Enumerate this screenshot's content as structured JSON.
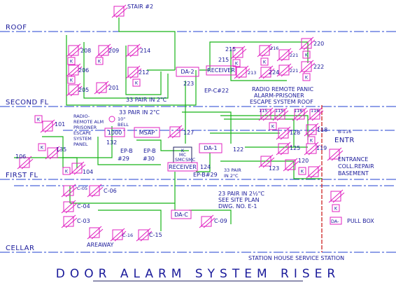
{
  "title": "DOOR ALARM SYSTEM RISER",
  "levels": {
    "roof": "ROOF",
    "second": "SECOND FL",
    "first": "FIRST FL",
    "cellar": "CELLAR"
  },
  "top_label": "STAIR #2",
  "door_numbers": {
    "d208": "208",
    "d209": "209",
    "d214": "214",
    "d206": "206",
    "d212": "212",
    "d205": "205",
    "d201": "201",
    "d215a": "215",
    "d215b": "215",
    "d216": "216",
    "d220": "220",
    "d221a": "221",
    "d221b": "221",
    "d213": "213",
    "d224": "224",
    "d222": "222",
    "d223": "223",
    "d101": "101",
    "d135": "135",
    "d106": "106",
    "d104": "104",
    "d127": "127",
    "d115a": "115",
    "d115b": "115",
    "d116a": "116",
    "d116b": "116",
    "d128": "128",
    "d118": "118",
    "d125": "125",
    "d119": "119",
    "d123": "123",
    "d120": "120",
    "d122": "122",
    "d124": "124",
    "d132": "132",
    "c05": "C-05",
    "c06": "C-06",
    "c04": "C-04",
    "c03": "C-03",
    "c16": "C-16",
    "c15": "C-15",
    "c09": "C-09",
    "b116": "B-116"
  },
  "boxes": {
    "da2": "DA-2",
    "da1": "DA-1",
    "dac": "DA-C",
    "receiver_top": "RECEIVER",
    "receiver_bottom": "RECEIVER",
    "panel_1000": "1000",
    "msap": "MSAP",
    "smc_k": "K",
    "smc_mc": "MC",
    "smc_a": "SMC",
    "smc_b": "SMC",
    "key": "K"
  },
  "annotations": {
    "epc22": "EP-C#22",
    "radio_panic_1": "RADIO REMOTE PANIC",
    "radio_panic_2": "ALARM-PRISONER",
    "radio_panic_3": "ESCAPE SYSTEM ROOF",
    "pair33_a": "33 PAIR IN 2\"C",
    "pair33_b": "33 PAIR IN 2\"C",
    "pair33_c1": "33 PAIR",
    "pair33_c2": "IN 2\"C",
    "radio_alm_1": "RADIO-",
    "radio_alm_2": "REMOTE ALM",
    "radio_alm_3": "PRISONER",
    "radio_alm_4": "ESCAPE",
    "radio_alm_5": "SYSTEM",
    "radio_alm_6": "PANEL",
    "bell_1": "10\"",
    "bell_2": "BELL",
    "epb1": "EP-B",
    "epb1n": "#29",
    "epb2": "EP-B",
    "epb2n": "#30",
    "epb29": "EP-B#29",
    "pair23_1": "23 PAIR IN 2½\"C",
    "pair23_2": "SEE SITE PLAN",
    "pair23_3": "DWG. NO. E-1",
    "entr": "ENTR",
    "entrance_1": "ENTRANCE",
    "entrance_2": "COLL.REPAIR",
    "entrance_3": "BASEMENT",
    "areaway": "AREAWAY",
    "station": "STATION HOUSE SERVICE STATION",
    "pull_box": "PULL BOX",
    "pull_box_tag": "DA-"
  }
}
